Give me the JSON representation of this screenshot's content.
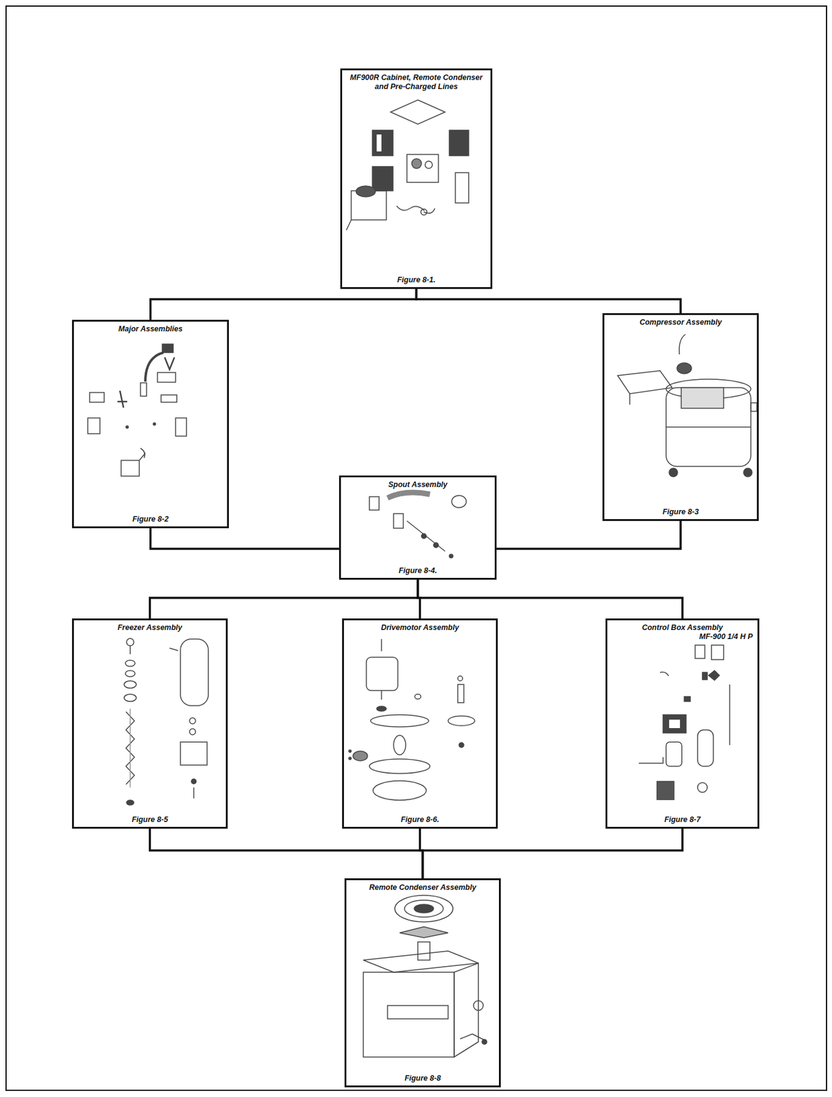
{
  "diagram": {
    "nodes": [
      {
        "text": [
          "MF900R Cabinet, Remote Condenser and Pre-Charged Lines",
          "Figure 8-1."
        ]
      },
      {
        "text": [
          "Major Assemblies",
          "Figure 8-2"
        ]
      },
      {
        "text": [
          "Compressor Assembly",
          "Figure 8-3"
        ]
      },
      {
        "text": [
          "Spout Assembly",
          "Figure 8-4."
        ]
      },
      {
        "text": [
          "Freezer Assembly",
          "Figure 8-5"
        ]
      },
      {
        "text": [
          "Drivemotor Assembly",
          "Figure 8-6."
        ]
      },
      {
        "text": [
          "Control Box Assembly",
          "MF-900 1/4 H P",
          "Figure 8-7"
        ]
      },
      {
        "text": [
          "Remote Condenser Assembly",
          "Figure 8-8"
        ]
      }
    ],
    "edges": [
      {
        "from": 0,
        "to": 1,
        "arrow": "none"
      },
      {
        "from": 0,
        "to": 2,
        "arrow": "none"
      },
      {
        "from": 1,
        "to": 3,
        "arrow": "none"
      },
      {
        "from": 2,
        "to": 3,
        "arrow": "none"
      },
      {
        "from": 3,
        "to": 4,
        "arrow": "none"
      },
      {
        "from": 3,
        "to": 5,
        "arrow": "none"
      },
      {
        "from": 3,
        "to": 6,
        "arrow": "none"
      },
      {
        "from": 4,
        "to": 7,
        "arrow": "none"
      },
      {
        "from": 5,
        "to": 7,
        "arrow": "none"
      },
      {
        "from": 6,
        "to": 7,
        "arrow": "none"
      }
    ]
  }
}
